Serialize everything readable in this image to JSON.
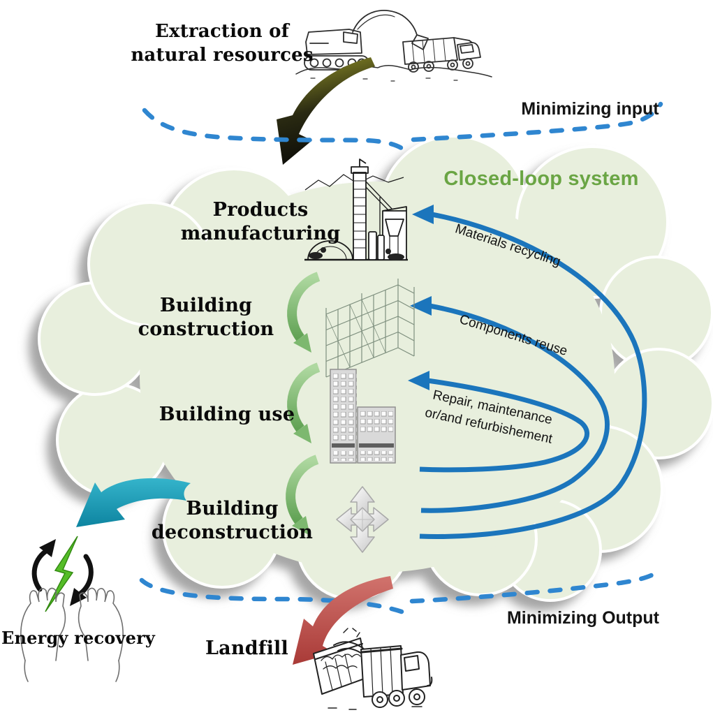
{
  "diagram": {
    "extraction": {
      "line1": "Extraction of",
      "line2": "natural resources"
    },
    "boundary": {
      "input": "Minimizing input",
      "output": "Minimizing Output"
    },
    "cloud": {
      "title": "Closed-loop system"
    },
    "stages": {
      "manufacturing": {
        "line1": "Products",
        "line2": "manufacturing"
      },
      "construction": {
        "line1": "Building",
        "line2": "construction"
      },
      "use": {
        "label": "Building use"
      },
      "deconstruction": {
        "line1": "Building",
        "line2": "deconstruction"
      }
    },
    "loops": {
      "materials": "Materials recycling",
      "components": "Components reuse",
      "repair_line1": "Repair, maintenance",
      "repair_line2": "or/and refurbishement"
    },
    "energy": {
      "label": "Energy recovery"
    },
    "landfill": {
      "label": "Landfill"
    },
    "illustrations": {
      "extraction": "excavator-and-dump-truck-sketch",
      "manufacturing": "cement-plant-sketch",
      "construction": "scaffolding-structure",
      "use": "two-office-buildings",
      "deconstruction": "four-way-move-arrows",
      "energy": "hands-holding-lightning-bolt-with-recycle-arrows",
      "landfill": "garbage-truck-sketch"
    },
    "colors": {
      "cloud": "#e8efdd",
      "loop_blue": "#1b75bc",
      "dash_blue": "#2f86d0",
      "title_green": "#6aa544",
      "stage_arrow_green": "#7db86f",
      "energy_arrow_teal": "#189fb8",
      "landfill_arrow_red": "#c0504d",
      "bolt_green": "#55bd28",
      "text_black": "#0a0a0a"
    }
  }
}
